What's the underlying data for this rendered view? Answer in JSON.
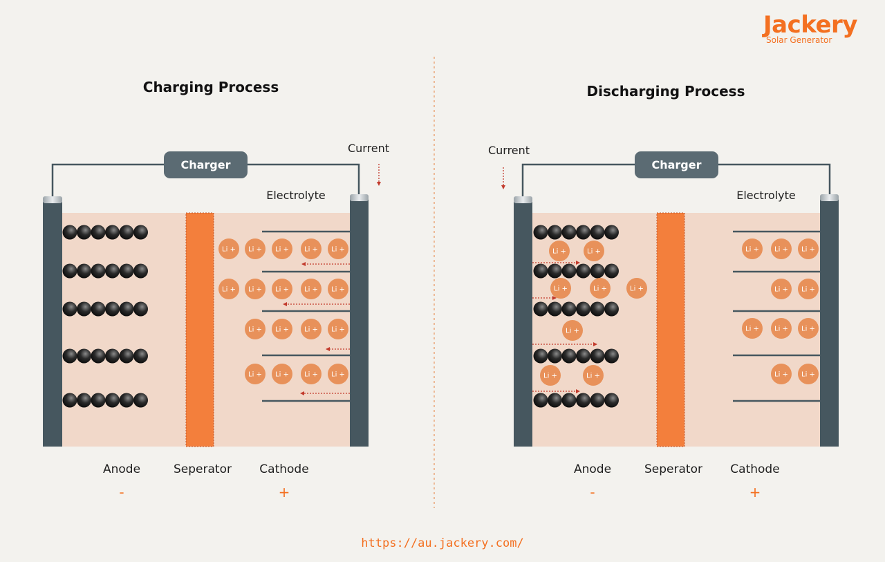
{
  "brand": {
    "name": "Jackery",
    "tagline": "Solar Generator"
  },
  "url": "https://au.jackery.com/",
  "colors": {
    "background": "#f3f2ee",
    "accent": "#f37021",
    "electrode": "#46575f",
    "electrolyte": "#f1d8c9",
    "separator": "#f37f3c",
    "ion": "#e8915a",
    "arrow": "#c23a2c",
    "charger": "#5b6b73"
  },
  "panels": {
    "charging": {
      "title": "Charging Process",
      "charger_label": "Charger",
      "current_label": "Current",
      "electrolyte_label": "Electrolyte",
      "anode_label": "Anode",
      "separator_label": "Seperator",
      "cathode_label": "Cathode",
      "anode_sign": "-",
      "cathode_sign": "+",
      "ion_label": "Li +"
    },
    "discharging": {
      "title": "Discharging Process",
      "charger_label": "Charger",
      "current_label": "Current",
      "electrolyte_label": "Electrolyte",
      "anode_label": "Anode",
      "separator_label": "Seperator",
      "cathode_label": "Cathode",
      "anode_sign": "-",
      "cathode_sign": "+",
      "ion_label": "Li +"
    }
  }
}
